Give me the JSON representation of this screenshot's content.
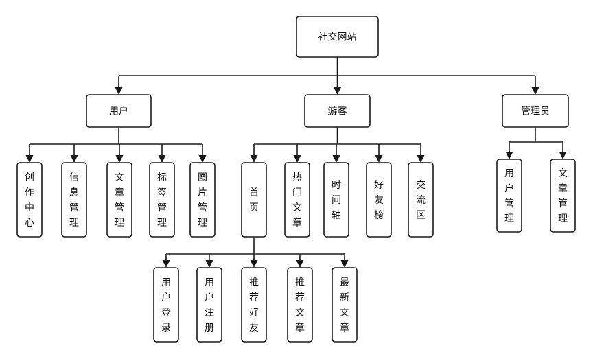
{
  "diagram": {
    "root": "社交网站",
    "groups": {
      "user": {
        "label": "用户",
        "children": [
          "创作中心",
          "信息管理",
          "文章管理",
          "标签管理",
          "图片管理"
        ]
      },
      "visitor": {
        "label": "游客",
        "children": [
          "首页",
          "热门文章",
          "时间轴",
          "好友榜",
          "交流区"
        ],
        "home_children": [
          "用户登录",
          "用户注册",
          "推荐好友",
          "推荐文章",
          "最新文章"
        ]
      },
      "admin": {
        "label": "管理员",
        "children": [
          "用户管理",
          "文章管理"
        ]
      }
    }
  }
}
